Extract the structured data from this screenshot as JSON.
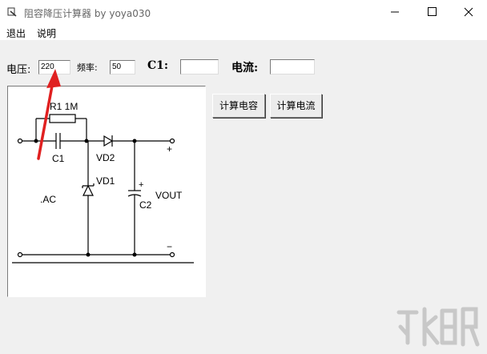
{
  "window": {
    "title": "阻容降压计算器 by yoya030"
  },
  "menu": [
    "退出",
    "说明"
  ],
  "form": {
    "voltage_label": "电压:",
    "voltage_value": "220",
    "frequency_label": "频率:",
    "frequency_value": "50",
    "c1_label": "C1:",
    "c1_value": "",
    "current_label": "电流:",
    "current_value": ""
  },
  "buttons": {
    "calc_capacitor": "计算电容",
    "calc_current": "计算电流"
  },
  "diagram": {
    "r1": "R1 1M",
    "c1": "C1",
    "vd2": "VD2",
    "vd1": "VD1",
    "c2": "C2",
    "vout": "VOUT",
    "ac": ".AC",
    "plus_top": "+",
    "plus_c2": "+",
    "minus": "−"
  },
  "colors": {
    "arrow": "#e02020",
    "watermark": "#c8c8c8"
  }
}
